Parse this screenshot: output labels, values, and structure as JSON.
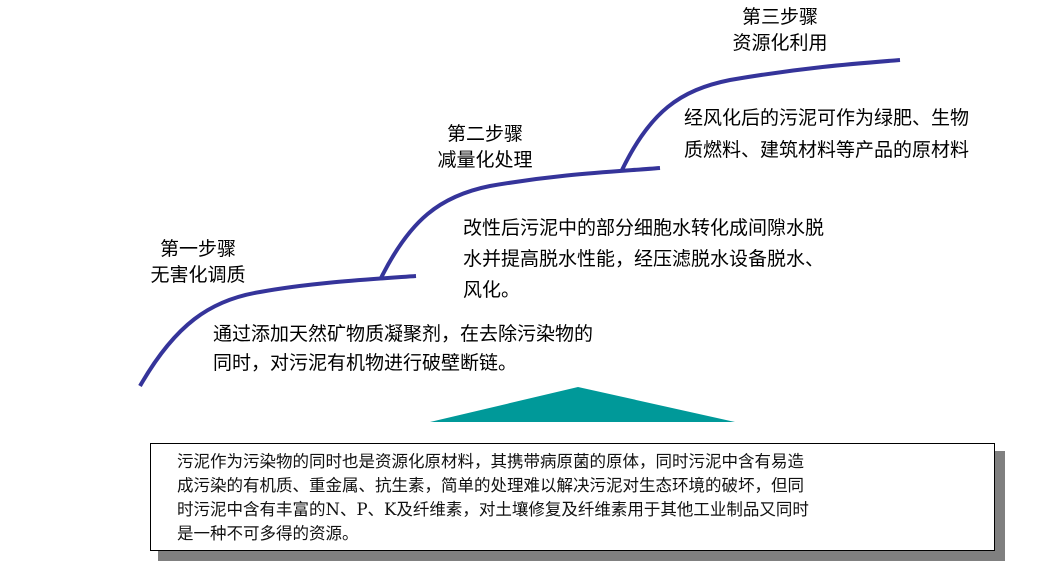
{
  "steps": [
    {
      "title": "第一步骤",
      "subtitle": "无害化调质",
      "description": [
        "通过添加天然矿物质凝聚剂，在去除污染物的",
        "同时，对污泥有机物进行破壁断链。"
      ]
    },
    {
      "title": "第二步骤",
      "subtitle": "减量化处理",
      "description": [
        "改性后污泥中的部分细胞水转化成间隙水脱",
        "水并提高脱水性能，经压滤脱水设备脱水、",
        "风化。"
      ]
    },
    {
      "title": "第三步骤",
      "subtitle": "资源化利用",
      "description": [
        "经风化后的污泥可作为绿肥、生物",
        "质燃料、建筑材料等产品的原材料"
      ]
    }
  ],
  "summary": {
    "lines": [
      "污泥作为污染物的同时也是资源化原材料，其携带病原菌的原体，同时污泥中含有易造",
      "成污染的有机质、重金属、抗生素，简单的处理难以解决污泥对生态环境的破坏，但同",
      "时污泥中含有丰富的N、P、K及纤维素，对土壤修复及纤维素用于其他工业制品又同时",
      "是一种不可多得的资源。"
    ]
  },
  "colors": {
    "curve": "#35349a",
    "arrow": "#009999",
    "shadow": "#808080"
  }
}
